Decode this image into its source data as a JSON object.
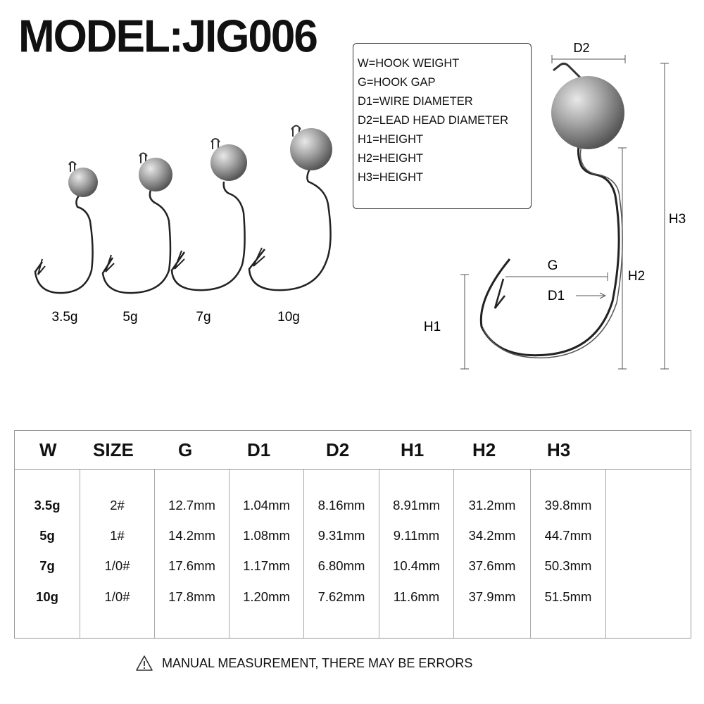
{
  "title": "MODEL:JIG006",
  "legend": [
    "W=HOOK WEIGHT",
    "G=HOOK GAP",
    "D1=WIRE DIAMETER",
    "D2=LEAD HEAD DIAMETER",
    "H1=HEIGHT",
    "H2=HEIGHT",
    "H3=HEIGHT"
  ],
  "hook_labels": [
    "3.5g",
    "5g",
    "7g",
    "10g"
  ],
  "diagram_labels": {
    "d2": "D2",
    "g": "G",
    "d1": "D1",
    "h1": "H1",
    "h2": "H2",
    "h3": "H3"
  },
  "table": {
    "headers": [
      "W",
      "SIZE",
      "G",
      "D1",
      "D2",
      "H1",
      "H2",
      "H3"
    ],
    "rows": [
      [
        "3.5g",
        "2#",
        "12.7mm",
        "1.04mm",
        "8.16mm",
        "8.91mm",
        "31.2mm",
        "39.8mm"
      ],
      [
        "5g",
        "1#",
        "14.2mm",
        "1.08mm",
        "9.31mm",
        "9.11mm",
        "34.2mm",
        "44.7mm"
      ],
      [
        "7g",
        "1/0#",
        "17.6mm",
        "1.17mm",
        "6.80mm",
        "10.4mm",
        "37.6mm",
        "50.3mm"
      ],
      [
        "10g",
        "1/0#",
        "17.8mm",
        "1.20mm",
        "7.62mm",
        "11.6mm",
        "37.9mm",
        "51.5mm"
      ]
    ]
  },
  "note": "MANUAL MEASUREMENT, THERE MAY BE ERRORS"
}
